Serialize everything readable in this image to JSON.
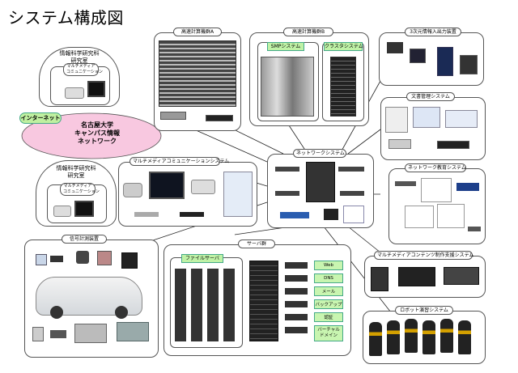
{
  "title": "システム構成図",
  "campus": {
    "line1": "名古屋大学",
    "line2": "キャンパス情報",
    "line3": "ネットワーク",
    "internet": "インターネット"
  },
  "lab_top": {
    "name1": "情報科学研究科",
    "name2": "研究室",
    "sub1": "マルチメディア",
    "sub2": "コミュニケーション"
  },
  "lab_bottom": {
    "name1": "情報科学研究科",
    "name2": "研究室",
    "sub1": "マルチメディア",
    "sub2": "コミュニケーション"
  },
  "hpc_a": {
    "label": "高速計算機群A"
  },
  "hpc_b": {
    "label": "高速計算機群B",
    "smp": "SMPシステム",
    "cluster": "クラスタシステム"
  },
  "io3d": {
    "label": "3次元情報入出力装置"
  },
  "docmgmt": {
    "label": "文書管理システム"
  },
  "network": {
    "label": "ネットワークシステム"
  },
  "netedu": {
    "label": "ネットワーク教育システム"
  },
  "mmcomm": {
    "label": "マルチメディアコミュニケーションシステム"
  },
  "mmcontent": {
    "label": "マルチメディアコンテンツ制作支援システム"
  },
  "signal": {
    "label": "信号計測装置"
  },
  "servers": {
    "label": "サーバ群",
    "file_server": "ファイルサーバ",
    "tags": [
      "Web",
      "DNS",
      "メール",
      "バックアップ",
      "認証",
      "バーチャル ドメイン"
    ]
  },
  "robot": {
    "label": "ロボット演習システム"
  },
  "colors": {
    "ellipse": "#f8c8e0",
    "green_tag": "#bff2a6",
    "internet": "#bff0a0"
  }
}
